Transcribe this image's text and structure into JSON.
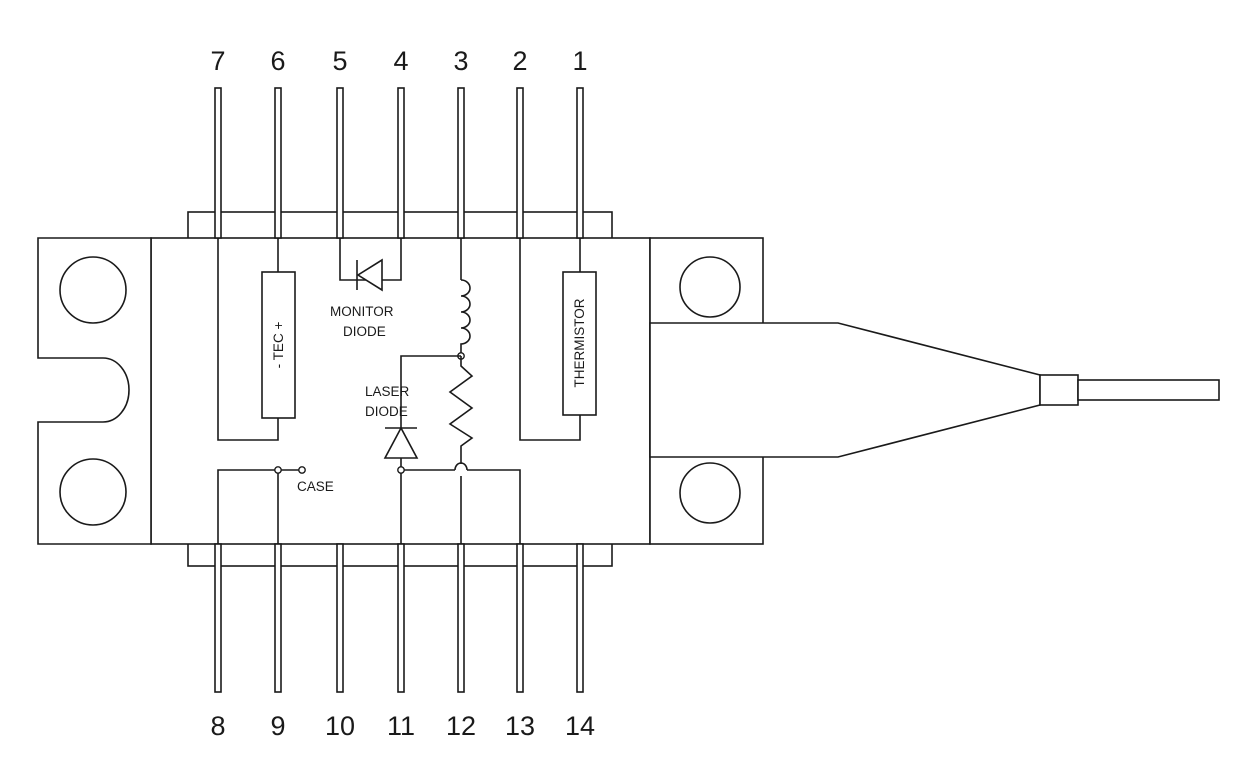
{
  "pins_top": [
    "7",
    "6",
    "5",
    "4",
    "3",
    "2",
    "1"
  ],
  "pins_bottom": [
    "8",
    "9",
    "10",
    "11",
    "12",
    "13",
    "14"
  ],
  "labels": {
    "tec": "- TEC +",
    "thermistor": "THERMISTOR",
    "monitor_diode_line1": "MONITOR",
    "monitor_diode_line2": "DIODE",
    "laser_diode_line1": "LASER",
    "laser_diode_line2": "DIODE",
    "case": "CASE"
  }
}
